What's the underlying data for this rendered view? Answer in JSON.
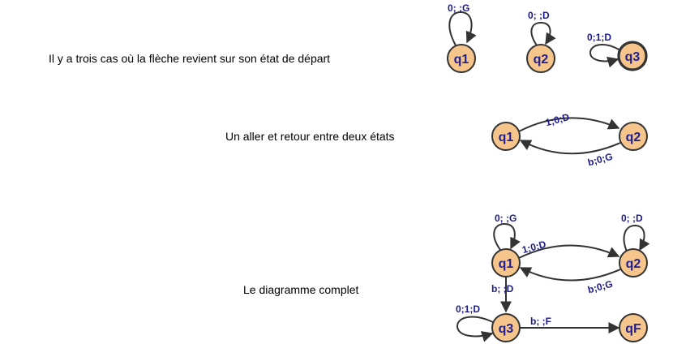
{
  "captions": {
    "loops": "Il y a trois cas où la flèche revient sur son état de départ",
    "round_trip": "Un aller et retour entre deux états",
    "complete": "Le diagramme complet"
  },
  "states": {
    "q1": "q1",
    "q2": "q2",
    "q3": "q3",
    "qF": "qF"
  },
  "labels": {
    "loop_q1": "0; ;G",
    "loop_q2": "0; ;D",
    "loop_q3": "0;1;D",
    "q1_to_q2": "1;0;D",
    "q2_to_q1": "b;0;G",
    "q1_to_q3": "b; ;D",
    "q3_to_qF": "b; ;F"
  },
  "colors": {
    "state_fill": "#f6c58c",
    "label": "#1a1a8c",
    "edge": "#333333"
  }
}
